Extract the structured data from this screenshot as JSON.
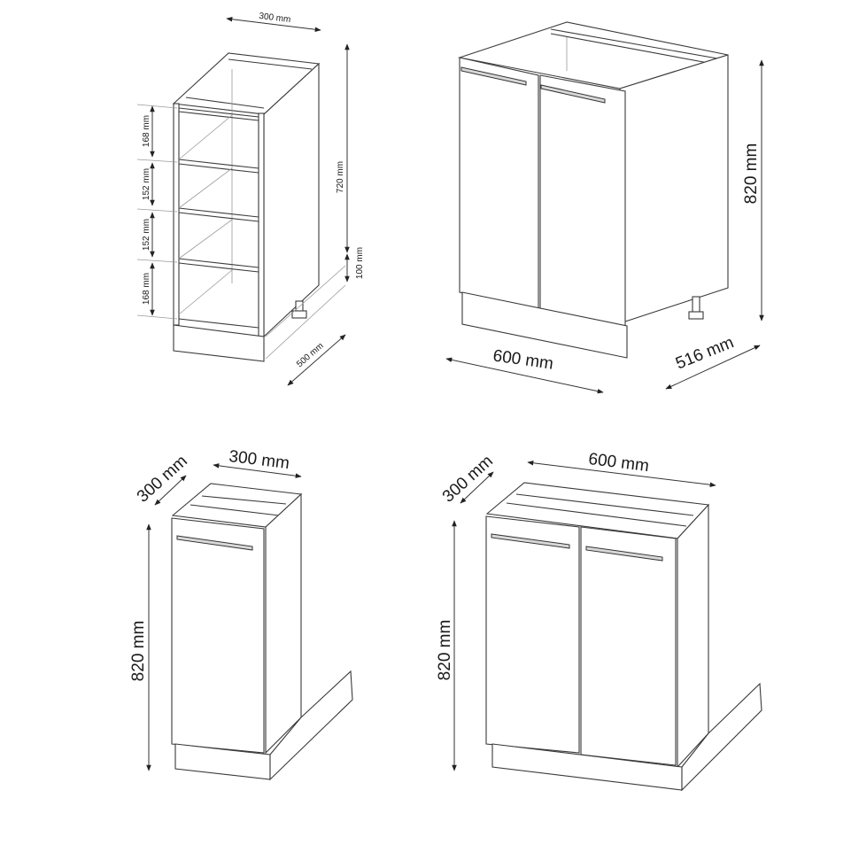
{
  "figures": [
    {
      "id": "open-shelf-cabinet-300",
      "type": "open shelf base cabinet",
      "dimensions": {
        "width": "300 mm",
        "depth": "500 mm",
        "body_height": "720 mm",
        "plinth_height": "100 mm",
        "shelf_gaps": [
          "168 mm",
          "152 mm",
          "152 mm",
          "168 mm"
        ]
      }
    },
    {
      "id": "two-door-cabinet-600",
      "type": "two-door base cabinet",
      "dimensions": {
        "width": "600 mm",
        "depth": "516 mm",
        "height": "820 mm"
      }
    },
    {
      "id": "single-door-cabinet-300",
      "type": "single-door base cabinet with plinth",
      "dimensions": {
        "width": "300 mm",
        "depth": "300 mm",
        "height": "820 mm"
      }
    },
    {
      "id": "two-door-cabinet-600-plinth",
      "type": "two-door base cabinet with plinth",
      "dimensions": {
        "width": "600 mm",
        "depth": "300 mm",
        "height": "820 mm"
      }
    }
  ],
  "colors": {
    "line": "#3a3a3a",
    "background": "#ffffff",
    "handle": "#d8d8d8"
  }
}
